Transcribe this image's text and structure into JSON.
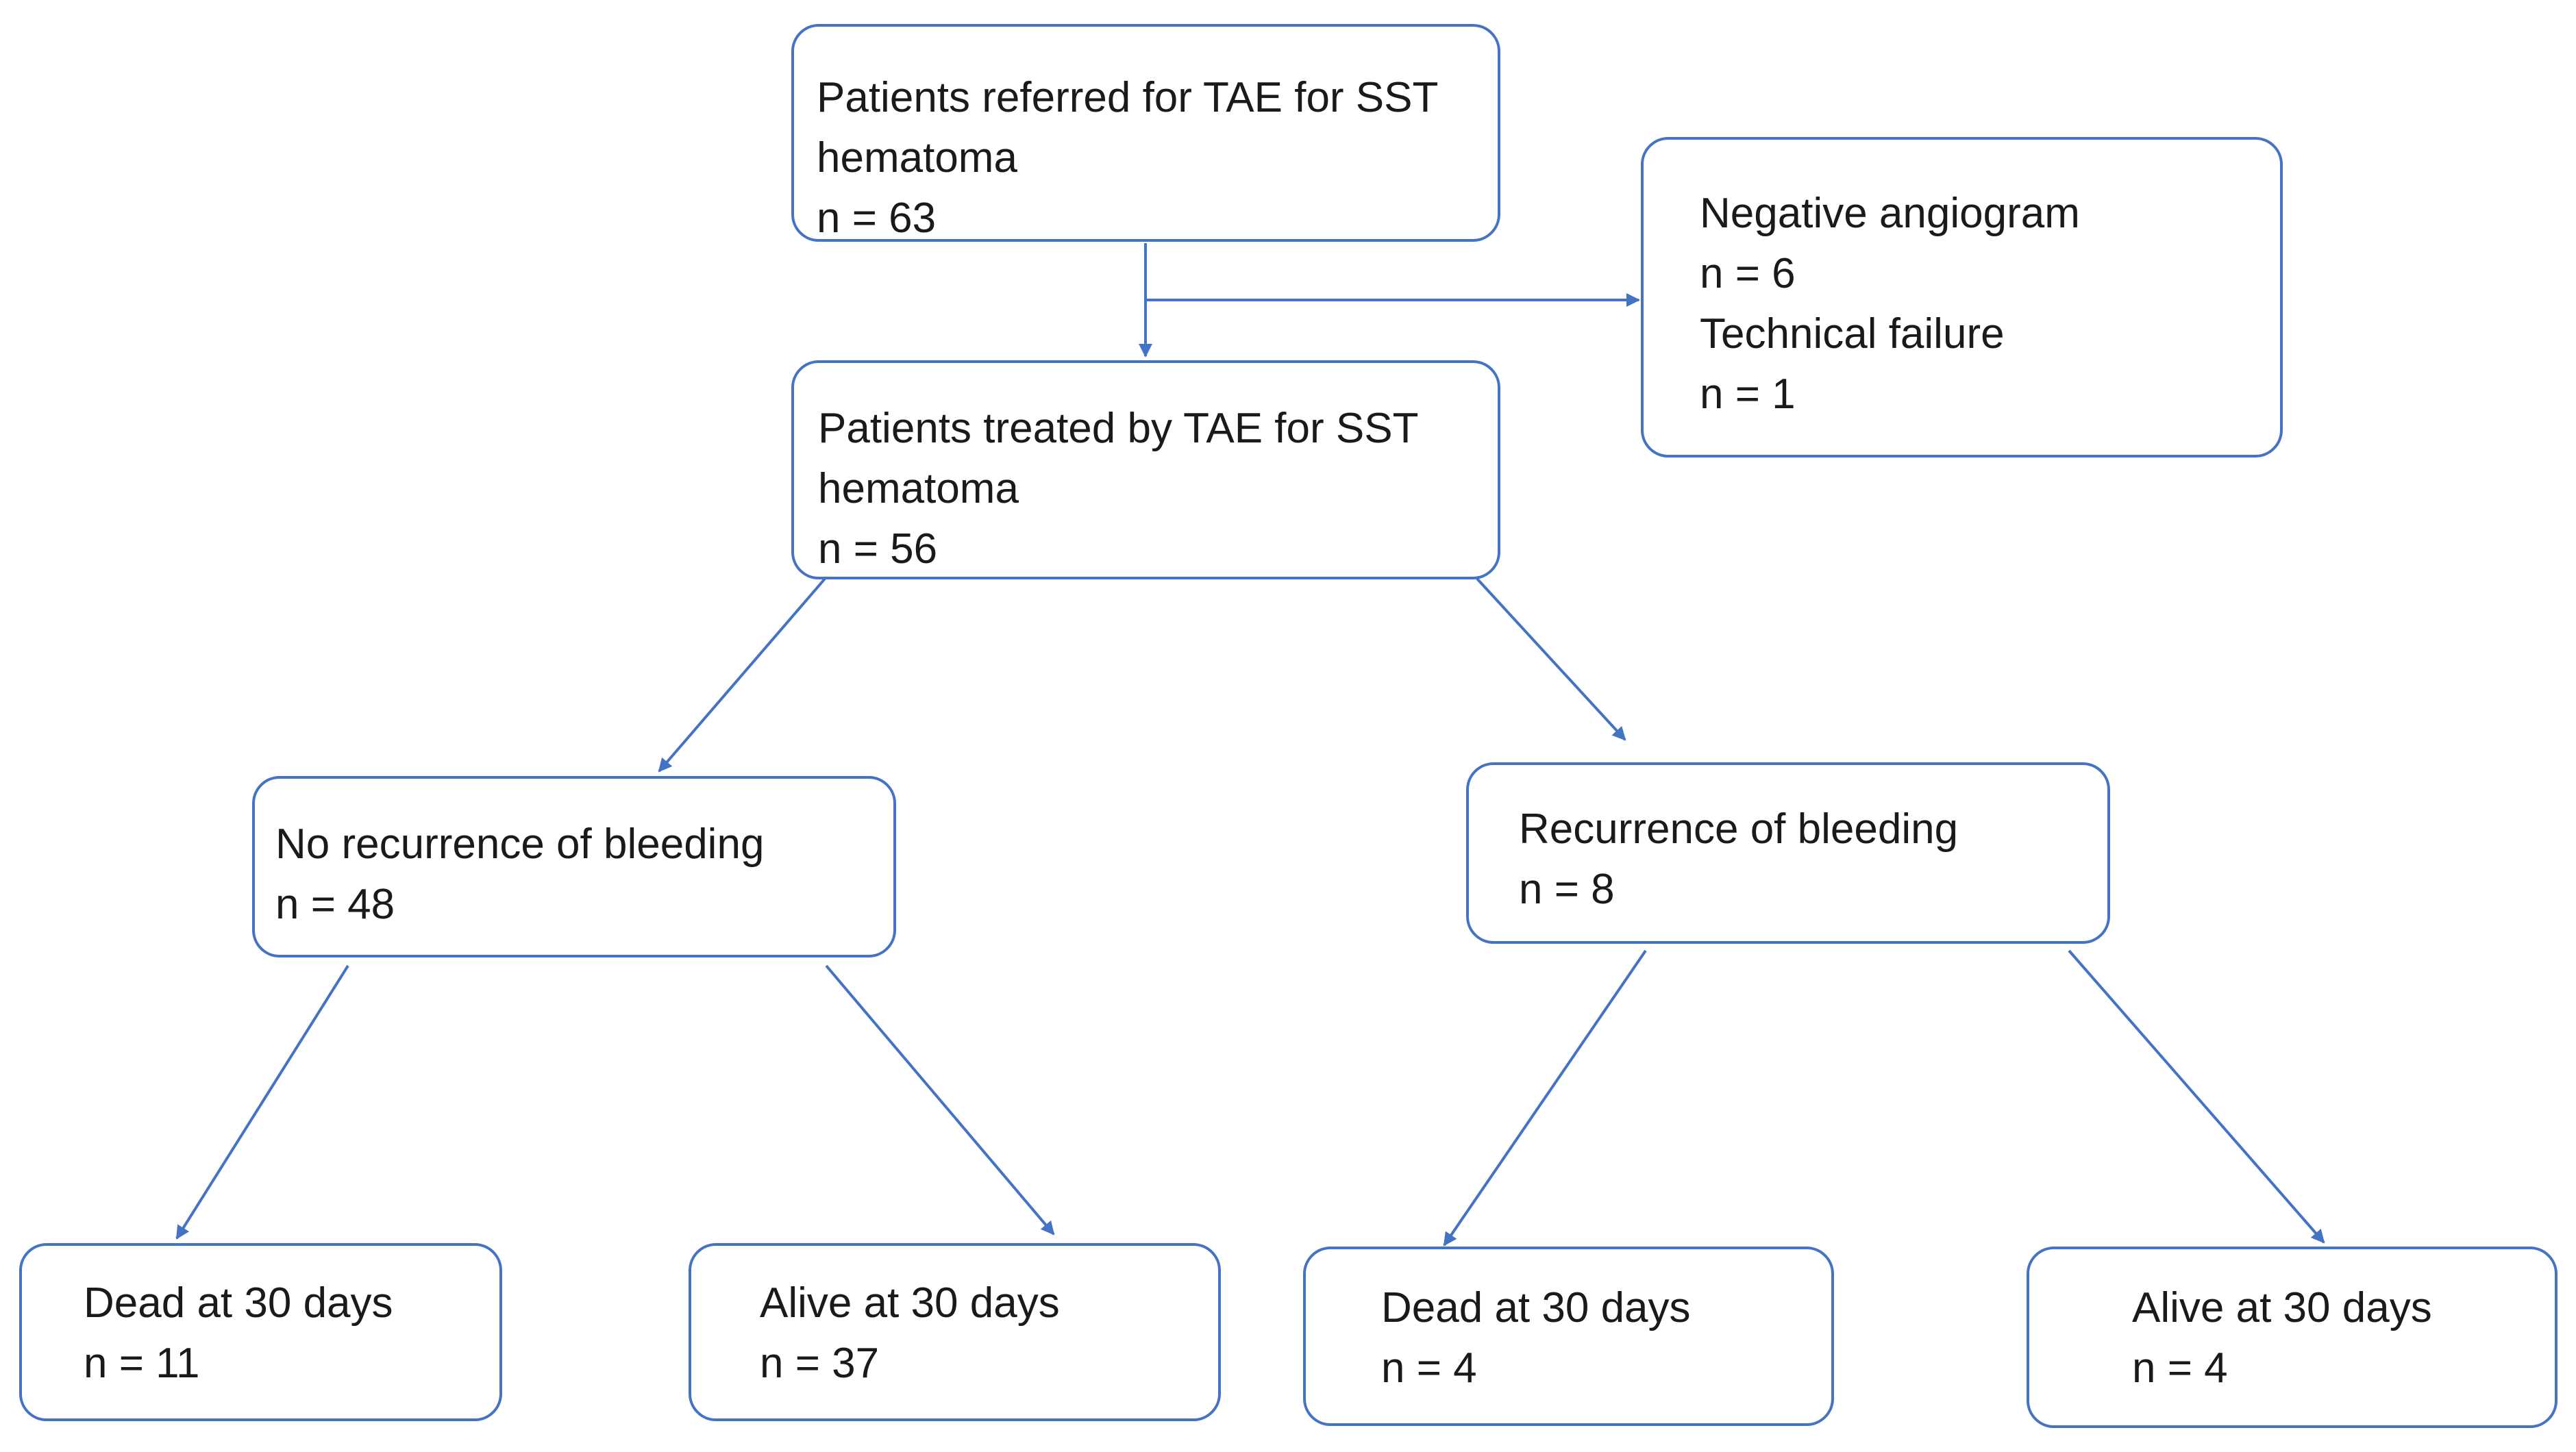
{
  "nodes": {
    "referred": {
      "lines": [
        "Patients referred for TAE for SST",
        "hematoma",
        "n = 63"
      ]
    },
    "excluded": {
      "lines": [
        "Negative angiogram",
        "n = 6",
        "Technical failure",
        "n = 1"
      ]
    },
    "treated": {
      "lines": [
        "Patients treated by TAE for SST",
        "hematoma",
        "n = 56"
      ]
    },
    "no_recurrence": {
      "lines": [
        "No recurrence of bleeding",
        "n = 48"
      ]
    },
    "recurrence": {
      "lines": [
        "Recurrence of bleeding",
        "n = 8"
      ]
    },
    "no_recurrence_dead": {
      "lines": [
        "Dead at 30 days",
        "n = 11"
      ]
    },
    "no_recurrence_alive": {
      "lines": [
        "Alive at 30 days",
        "n = 37"
      ]
    },
    "recurrence_dead": {
      "lines": [
        "Dead at 30 days",
        "n = 4"
      ]
    },
    "recurrence_alive": {
      "lines": [
        "Alive at 30 days",
        "n = 4"
      ]
    }
  },
  "colors": {
    "box_border": "#4472c4",
    "arrow": "#4472c4",
    "text": "#1a1a1a",
    "background": "#ffffff"
  }
}
